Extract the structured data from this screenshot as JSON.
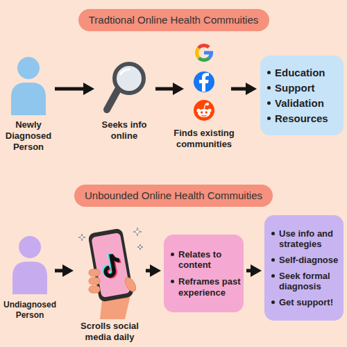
{
  "diagram": {
    "nodes": [
      {
        "text": [
          "Tradtional Online Health Commuities"
        ]
      },
      {
        "text": [
          "Newly Diagnosed Person"
        ]
      },
      {
        "text": [
          "Seeks info online"
        ]
      },
      {
        "text": [
          "Finds existing communities"
        ]
      },
      {
        "text": [
          "Education",
          "Support",
          "Validation",
          "Resources"
        ]
      },
      {
        "text": [
          "Unbounded Online Health Commuities"
        ]
      },
      {
        "text": [
          "Undiagnosed Person"
        ]
      },
      {
        "text": [
          "Scrolls social media daily"
        ]
      },
      {
        "text": [
          "Relates to content",
          "Reframes past experience"
        ]
      },
      {
        "text": [
          "Use info and strategies",
          "Self-diagnose",
          "Seek formal diagnosis",
          "Get support!"
        ]
      }
    ],
    "edges": [
      {
        "from": 1,
        "to": 2,
        "arrow": "to"
      },
      {
        "from": 2,
        "to": 3,
        "arrow": "to"
      },
      {
        "from": 3,
        "to": 4,
        "arrow": "to"
      },
      {
        "from": 6,
        "to": 7,
        "arrow": "to"
      },
      {
        "from": 7,
        "to": 8,
        "arrow": "to"
      },
      {
        "from": 8,
        "to": 9,
        "arrow": "to"
      }
    ]
  }
}
